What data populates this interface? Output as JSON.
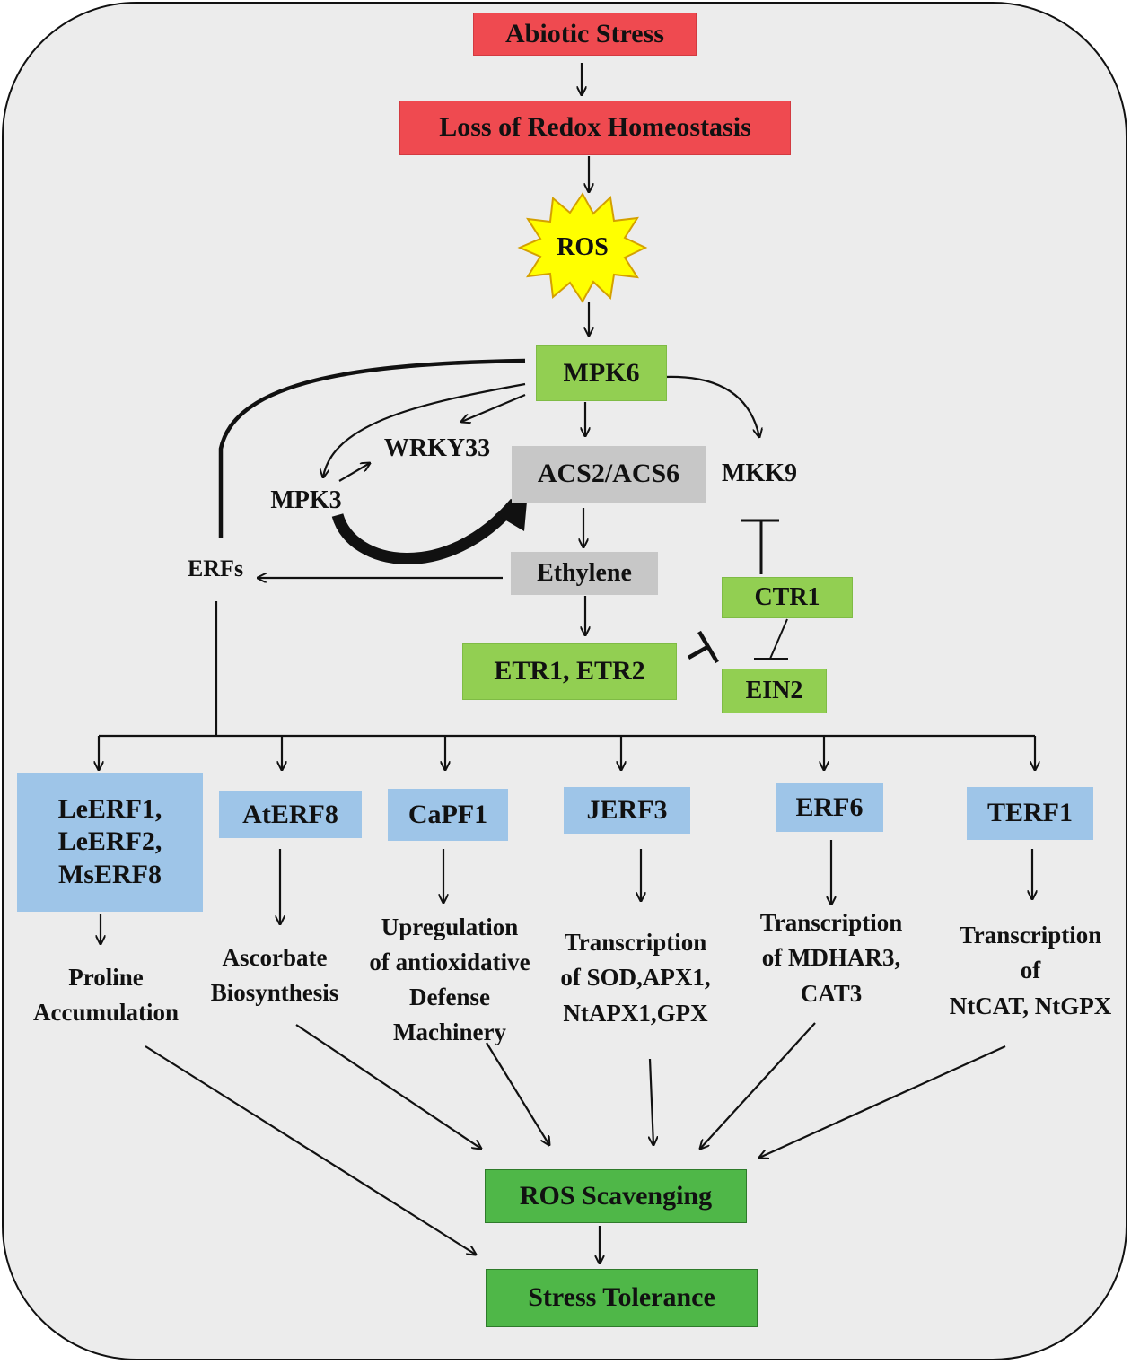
{
  "nodes": {
    "abiotic_stress": "Abiotic Stress",
    "loss_redox": "Loss of Redox Homeostasis",
    "ros": "ROS",
    "mpk6": "MPK6",
    "wrky33": "WRKY33",
    "mpk3": "MPK3",
    "acs": "ACS2/ACS6",
    "mkk9": "MKK9",
    "erfs": "ERFs",
    "ethylene": "Ethylene",
    "ctr1": "CTR1",
    "etr": "ETR1, ETR2",
    "ein2": "EIN2",
    "ros_scavenging": "ROS Scavenging",
    "stress_tolerance": "Stress Tolerance"
  },
  "factors": [
    {
      "name": "LeERF1,\nLeERF2,\nMsERF8",
      "effect": "Proline\nAccumulation"
    },
    {
      "name": "AtERF8",
      "effect": "Ascorbate\nBiosynthesis"
    },
    {
      "name": "CaPF1",
      "effect": "Upregulation\nof antioxidative\nDefense\nMachinery"
    },
    {
      "name": "JERF3",
      "effect": "Transcription\nof SOD,APX1,\nNtAPX1,GPX"
    },
    {
      "name": "ERF6",
      "effect": "Transcription\nof MDHAR3,\nCAT3"
    },
    {
      "name": "TERF1",
      "effect": "Transcription\nof\nNtCAT, NtGPX"
    }
  ],
  "colors": {
    "stress_red": "#ef4a50",
    "ros_yellow": "#ffff00",
    "signal_green": "#92cf52",
    "outcome_green": "#4fb748",
    "ethylene_gray": "#c7c7c7",
    "factor_blue": "#9ec5e8",
    "panel_gray": "#ececec"
  }
}
